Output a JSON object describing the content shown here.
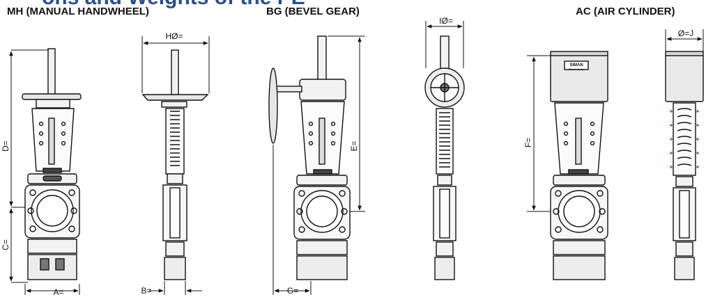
{
  "page": {
    "title": "ons and Weights of the PE"
  },
  "sections": [
    {
      "label": "MH (MANUAL HANDWHEEL)"
    },
    {
      "label": "BG (BEVEL GEAR)"
    },
    {
      "label": "AC (AIR CYLINDER)"
    }
  ],
  "dimensions": {
    "d": "D=",
    "c": "C=",
    "a": "A=",
    "h": "HØ=",
    "b": "B=",
    "e": "E=",
    "g": "G=",
    "i": "IØ=",
    "f": "F=",
    "j": "Ø=J"
  },
  "labels": {
    "cylinder_plate_line1": "SIMAN",
    "cylinder_plate_line2": "Stock valves"
  }
}
